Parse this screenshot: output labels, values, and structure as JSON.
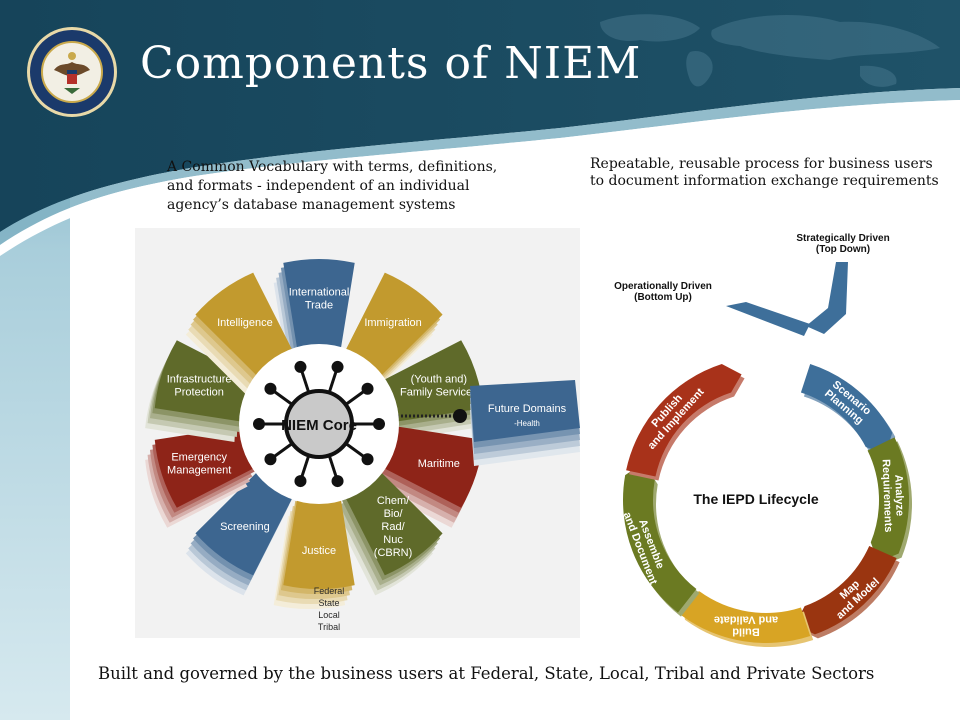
{
  "slide": {
    "title": "Components of NIEM",
    "seal_alt": "Department of Defense seal",
    "caption_left": "A Common Vocabulary with terms, definitions, and formats - independent of an individual agency’s database management systems",
    "caption_right": "Repeatable, reusable process for business users to document information exchange requirements",
    "footer": "Built and governed by the business users at Federal, State, Local, Tribal and Private Sectors"
  },
  "niem": {
    "core_label": "NIEM Core",
    "petals": [
      {
        "label": [
          "International",
          "Trade"
        ],
        "color": "#3d6690"
      },
      {
        "label": [
          "Immigration"
        ],
        "color": "#c29a2e"
      },
      {
        "label": [
          "(Youth and)",
          "Family Services"
        ],
        "color": "#5f6a2a"
      },
      {
        "label": [
          "Maritime"
        ],
        "color": "#8e2418"
      },
      {
        "label": [
          "Chem/",
          "Bio/",
          "Rad/",
          "Nuc",
          "(CBRN)"
        ],
        "color": "#5f6a2a"
      },
      {
        "label": [
          "Justice"
        ],
        "color": "#c29a2e"
      },
      {
        "label": [
          "Screening"
        ],
        "color": "#3d6690"
      },
      {
        "label": [
          "Emergency",
          "Management"
        ],
        "color": "#8e2418"
      },
      {
        "label": [
          "Infrastructure",
          "Protection"
        ],
        "color": "#5f6a2a"
      },
      {
        "label": [
          "Intelligence"
        ],
        "color": "#c29a2e"
      }
    ],
    "justice_levels": [
      "Federal",
      "State",
      "Local",
      "Tribal"
    ],
    "future": {
      "title": "Future Domains",
      "sub": "-Health",
      "color": "#3d6690"
    }
  },
  "lifecycle": {
    "center_label": "The IEPD Lifecycle",
    "top_down": [
      "Strategically Driven",
      "(Top Down)"
    ],
    "bottom_up": [
      "Operationally Driven",
      "(Bottom Up)"
    ],
    "steps": [
      {
        "label": [
          "Scenario",
          "Planning"
        ],
        "color": "#3e6f9a"
      },
      {
        "label": [
          "Analyze",
          "Requirements"
        ],
        "color": "#6b7a22"
      },
      {
        "label": [
          "Map",
          "and Model"
        ],
        "color": "#9a3510"
      },
      {
        "label": [
          "Build",
          "and Validate"
        ],
        "color": "#d8a424"
      },
      {
        "label": [
          "Assemble",
          "and Document"
        ],
        "color": "#6b7a22"
      },
      {
        "label": [
          "Publish",
          "and Implement"
        ],
        "color": "#a8321a"
      }
    ]
  },
  "colors": {
    "header_navy": "#1c4a60",
    "sidebar_light": "#a8cbd8",
    "title_text": "#ffffff"
  }
}
